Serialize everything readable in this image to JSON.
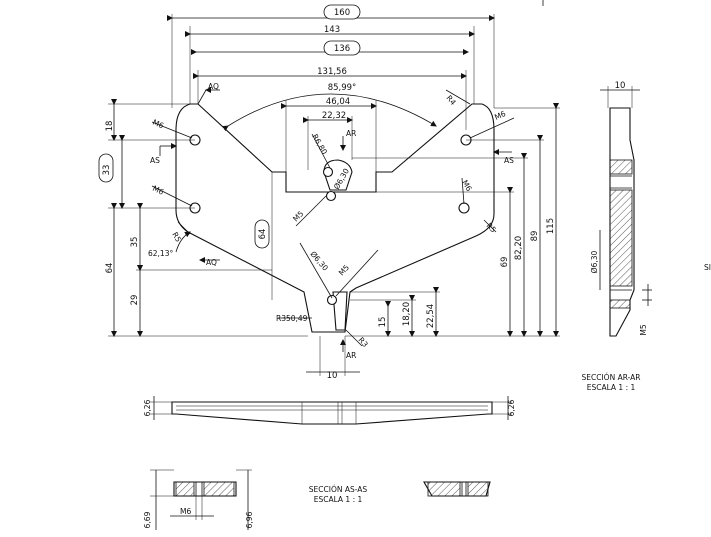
{
  "dimensions": {
    "d160": "160",
    "d143": "143",
    "d136": "136",
    "d131_56": "131,56",
    "d85_99": "85,99°",
    "d46_04": "46,04",
    "d22_32": "22,32",
    "d18_left": "18",
    "d33": "33",
    "d35": "35",
    "d64_left": "64",
    "d29": "29",
    "d62_13": "62,13°",
    "d64_center": "64",
    "d6_30_center": "Ø6,30",
    "d15": "15",
    "d18_20": "18,20",
    "d22_54": "22,54",
    "d69": "69",
    "d82_20": "82,20",
    "d89": "89",
    "d115": "115",
    "d10_bottom": "10",
    "r350": "R350,49",
    "r3": "R3",
    "r4": "R4",
    "r5_left": "R5",
    "r5_right": "R5",
    "r6_80": "R6,80",
    "d6_30_small": "Ø6,30",
    "d10_section": "10",
    "d6_30_section": "Ø6,30",
    "m5_section": "M5",
    "d6_26_left": "6,26",
    "d6_26_right": "6,26",
    "d6_69": "6,69",
    "m6_bottom": "M6",
    "d6_96": "6,96"
  },
  "threads": {
    "m6_top_left": "M6",
    "m6_mid_left": "M6",
    "m6_top_right": "M6",
    "m6_mid_right": "M6",
    "m5_left": "M5",
    "m5_lower": "M5"
  },
  "section_markers": {
    "aq_top": "AQ",
    "aq_bottom": "AQ",
    "as_left": "AS",
    "as_right": "AS",
    "ar_top": "AR",
    "ar_bottom": "AR"
  },
  "captions": {
    "section_ar_title": "SECCIÓN AR-AR",
    "section_ar_scale": "ESCALA 1 : 1",
    "section_as_title": "SECCIÓN AS-AS",
    "section_as_scale": "ESCALA 1 : 1",
    "edge_partial_1": "SI"
  }
}
